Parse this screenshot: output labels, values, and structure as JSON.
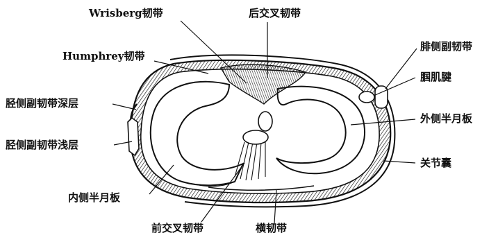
{
  "labels": {
    "wrisberg": "Wrisberg韧带",
    "pcl": "后交叉韧带",
    "humphrey": "Humphrey韧带",
    "fibular_collateral": "腓侧副韧带",
    "popliteus_tendon": "腘肌腱",
    "tibial_collateral_deep": "胫侧副韧带深层",
    "lateral_meniscus": "外侧半月板",
    "tibial_collateral_superficial": "胫侧副韧带浅层",
    "joint_capsule": "关节囊",
    "medial_meniscus": "内侧半月板",
    "acl": "前交叉韧带",
    "transverse_ligament": "横韧带"
  },
  "colors": {
    "ink": "#111111",
    "paper": "#ffffff",
    "shade": "#555555"
  }
}
